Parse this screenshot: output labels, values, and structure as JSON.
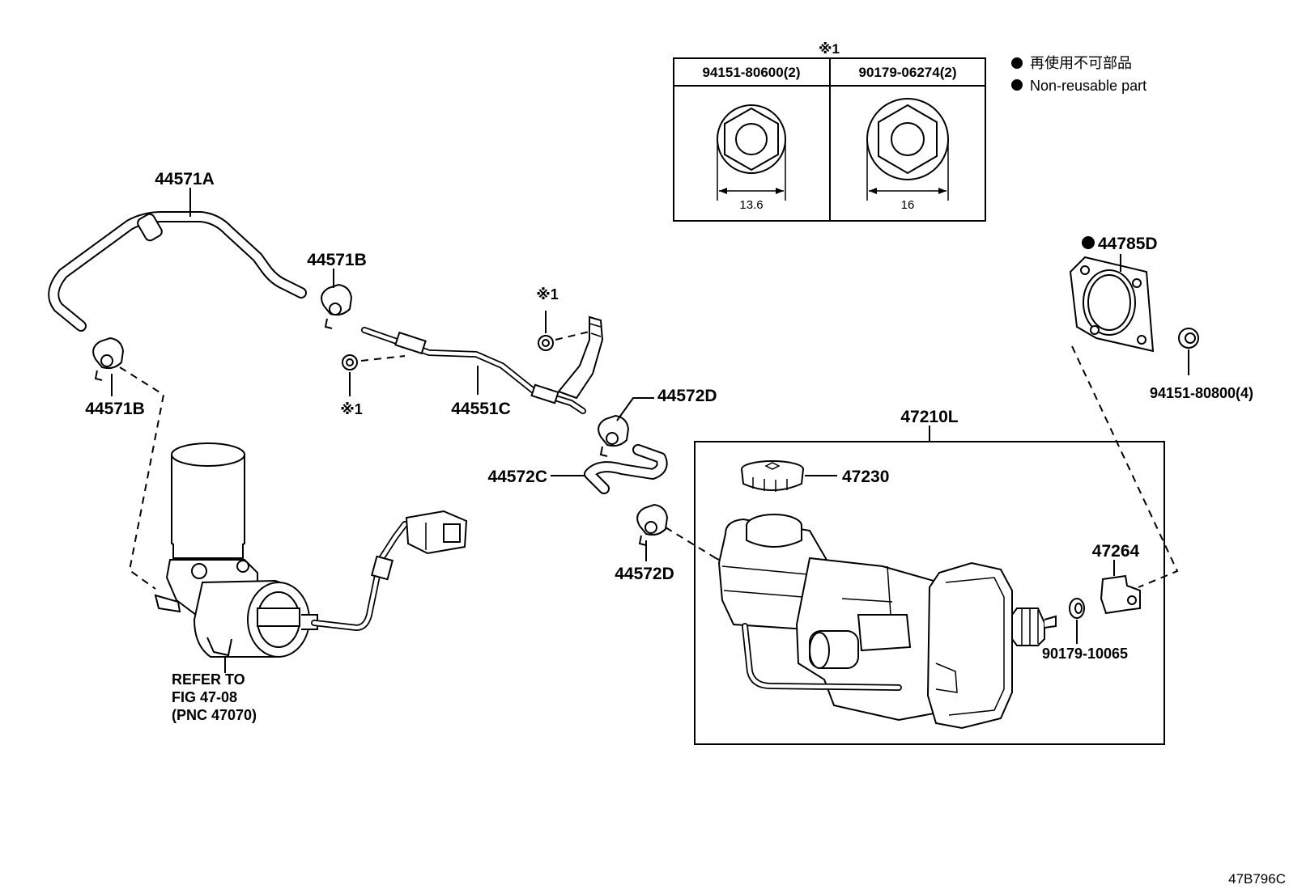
{
  "table": {
    "marker": "※1",
    "col1_header": "94151-80600(2)",
    "col2_header": "90179-06274(2)",
    "col1_dim": "13.6",
    "col2_dim": "16"
  },
  "legend": {
    "line1": "再使用不可部品",
    "line2": "Non-reusable part"
  },
  "labels": {
    "p44571A": "44571A",
    "p44571B_top": "44571B",
    "p44571B_left": "44571B",
    "p44551C": "44551C",
    "note_top": "※1",
    "note_left": "※1",
    "p44572D_top": "44572D",
    "p44572C": "44572C",
    "p44572D_bottom": "44572D",
    "p44785D": "44785D",
    "p94151_80800": "94151-80800(4)",
    "p47210L": "47210L",
    "p47230": "47230",
    "p47264": "47264",
    "p90179_10065": "90179-10065"
  },
  "refer": {
    "line1": "REFER TO",
    "line2": "FIG 47-08",
    "line3": "(PNC 47070)"
  },
  "figure_code": "47B796C"
}
